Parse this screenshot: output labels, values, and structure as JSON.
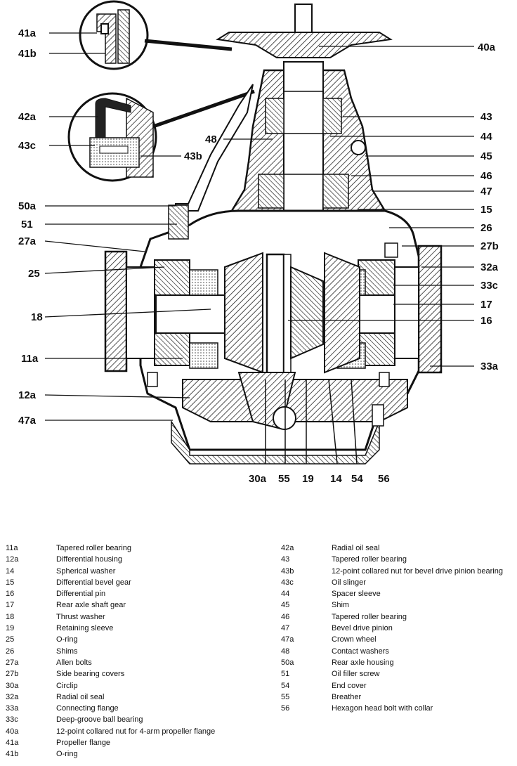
{
  "callouts": {
    "c41a": "41a",
    "c41b": "41b",
    "c42a": "42a",
    "c43c": "43c",
    "c50a": "50a",
    "c51": "51",
    "c27a": "27a",
    "c25": "25",
    "c18": "18",
    "c11a": "11a",
    "c12a": "12a",
    "c47a": "47a",
    "c40a": "40a",
    "c43": "43",
    "c44": "44",
    "c48": "48",
    "c43b": "43b",
    "c45": "45",
    "c46": "46",
    "c47": "47",
    "c15": "15",
    "c26": "26",
    "c27b": "27b",
    "c32a": "32a",
    "c33c": "33c",
    "c17": "17",
    "c16": "16",
    "c33a": "33a",
    "c30a": "30a",
    "c55": "55",
    "c19": "19",
    "c14": "14",
    "c54": "54",
    "c56": "56"
  },
  "legend_left": [
    {
      "num": "11a",
      "desc": "Tapered roller bearing"
    },
    {
      "num": "12a",
      "desc": "Differential housing"
    },
    {
      "num": "14",
      "desc": "Spherical washer"
    },
    {
      "num": "15",
      "desc": "Differential bevel gear"
    },
    {
      "num": "16",
      "desc": "Differential pin"
    },
    {
      "num": "17",
      "desc": "Rear axle shaft gear"
    },
    {
      "num": "18",
      "desc": "Thrust washer"
    },
    {
      "num": "19",
      "desc": "Retaining sleeve"
    },
    {
      "num": "25",
      "desc": "O-ring"
    },
    {
      "num": "26",
      "desc": "Shims"
    },
    {
      "num": "27a",
      "desc": "Allen bolts"
    },
    {
      "num": "27b",
      "desc": "Side bearing covers"
    },
    {
      "num": "30a",
      "desc": "Circlip"
    },
    {
      "num": "32a",
      "desc": "Radial oil seal"
    },
    {
      "num": "33a",
      "desc": "Connecting flange"
    },
    {
      "num": "33c",
      "desc": "Deep-groove ball bearing"
    },
    {
      "num": "40a",
      "desc": "12-point collared nut for 4-arm propeller flange"
    },
    {
      "num": "41a",
      "desc": "Propeller flange"
    },
    {
      "num": "41b",
      "desc": "O-ring"
    }
  ],
  "legend_right": [
    {
      "num": "42a",
      "desc": "Radial oil seal"
    },
    {
      "num": "43",
      "desc": "Tapered roller bearing"
    },
    {
      "num": "43b",
      "desc": "12-point collared nut for bevel drive pinion bearing"
    },
    {
      "num": "43c",
      "desc": "Oil slinger"
    },
    {
      "num": "44",
      "desc": "Spacer sleeve"
    },
    {
      "num": "45",
      "desc": "Shim"
    },
    {
      "num": "46",
      "desc": "Tapered roller bearing"
    },
    {
      "num": "47",
      "desc": "Bevel drive pinion"
    },
    {
      "num": "47a",
      "desc": "Crown wheel"
    },
    {
      "num": "48",
      "desc": "Contact washers"
    },
    {
      "num": "50a",
      "desc": "Rear axle housing"
    },
    {
      "num": "51",
      "desc": "Oil filler screw"
    },
    {
      "num": "54",
      "desc": "End cover"
    },
    {
      "num": "55",
      "desc": "Breather"
    },
    {
      "num": "56",
      "desc": "Hexagon head bolt with collar"
    }
  ]
}
